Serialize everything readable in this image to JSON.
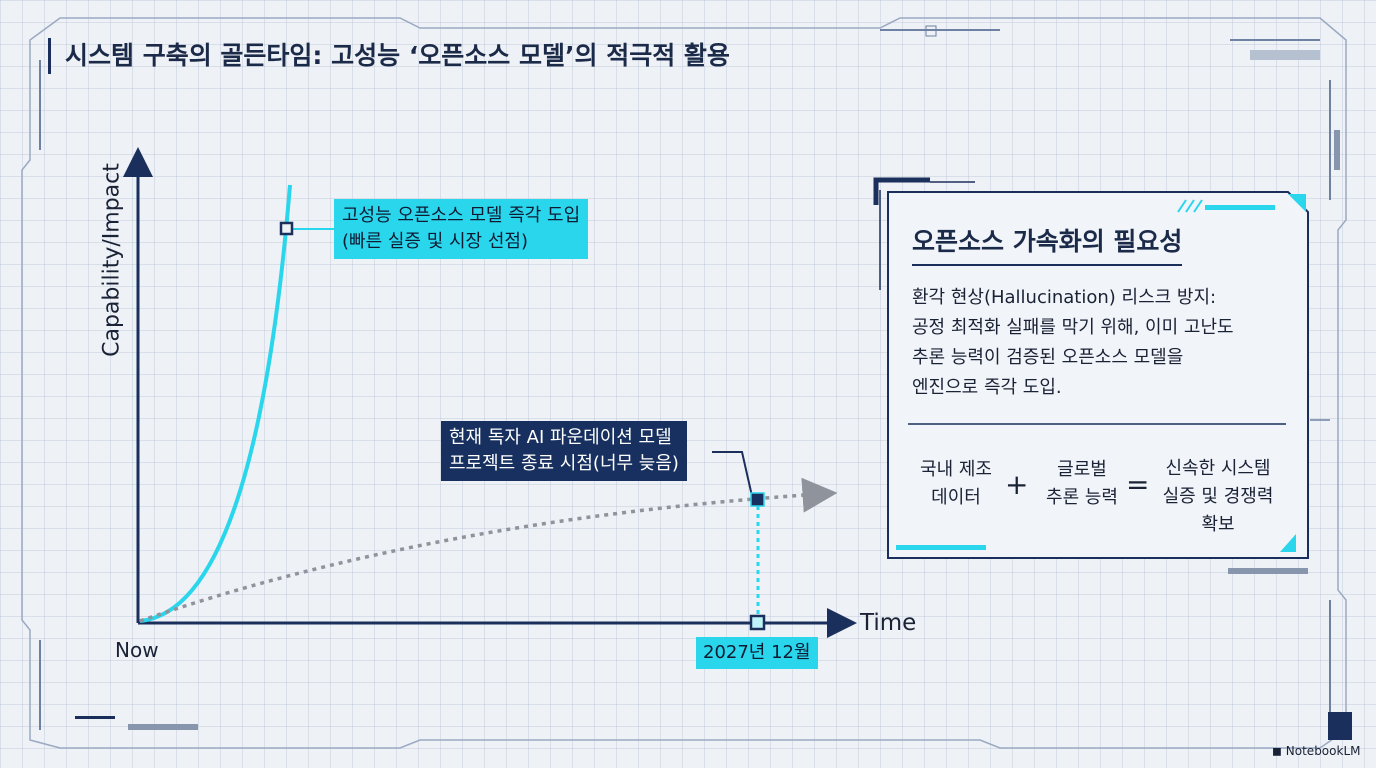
{
  "title": "시스템 구축의 골든타임: 고성능 ‘오픈소스 모델’의 적극적 활용",
  "chart": {
    "y_axis_label": "Capability/Impact",
    "x_axis_label": "Time",
    "origin_label": "Now",
    "callout_fast": {
      "line1": "고성능 오픈소스 모델 즉각 도입",
      "line2": "(빠른 실증 및 시장 선점)"
    },
    "callout_slow": {
      "line1": "현재 독자 AI 파운데이션 모델",
      "line2": "프로젝트 종료 시점(너무 늦음)"
    },
    "date_marker": "2027년 12월",
    "colors": {
      "fast_curve": "#29d6ec",
      "slow_curve": "#8f949c",
      "axis": "#1b2f5c"
    }
  },
  "panel": {
    "heading": "오픈소스 가속화의 필요성",
    "body_lines": [
      "환각 현상(Hallucination) 리스크 방지:",
      "공정 최적화 실패를 막기 위해, 이미 고난도",
      "추론 능력이 검증된 오픈소스 모델을",
      "엔진으로 즉각 도입."
    ],
    "equation": {
      "term1": [
        "국내 제조",
        "데이터"
      ],
      "plus": "+",
      "term2": [
        "글로벌",
        "추론 능력"
      ],
      "equals": "=",
      "result": [
        "신속한 시스템",
        "실증 및 경쟁력",
        "확보"
      ]
    }
  },
  "brand": "NotebookLM"
}
